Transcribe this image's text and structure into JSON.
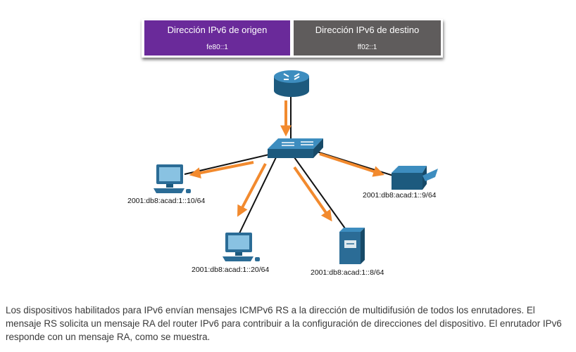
{
  "colors": {
    "source_header": "#6a2a9a",
    "destination_header": "#5f5c5c",
    "arrow": "#f28a2e",
    "device": "#2b6c96"
  },
  "header": {
    "source": {
      "title": "Dirección IPv6 de origen",
      "value": "fe80::1"
    },
    "destination": {
      "title": "Dirección IPv6 de destino",
      "value": "ff02::1"
    }
  },
  "diagram": {
    "router": {
      "icon": "router-icon"
    },
    "switch": {
      "icon": "switch-icon"
    },
    "devices": [
      {
        "icon": "pc-icon",
        "address": "2001:db8:acad:1::10/64"
      },
      {
        "icon": "printer-icon",
        "address": "2001:db8:acad:1::9/64"
      },
      {
        "icon": "pc-icon",
        "address": "2001:db8:acad:1::20/64"
      },
      {
        "icon": "server-icon",
        "address": "2001:db8:acad:1::8/64"
      }
    ]
  },
  "caption": "Los dispositivos habilitados para IPv6 envían mensajes ICMPv6 RS a la dirección de multidifusión de todos los enrutadores. El mensaje RS solicita un mensaje RA del router IPv6 para contribuir a la configuración de direcciones del dispositivo. El enrutador IPv6 responde con un mensaje RA, como se muestra."
}
